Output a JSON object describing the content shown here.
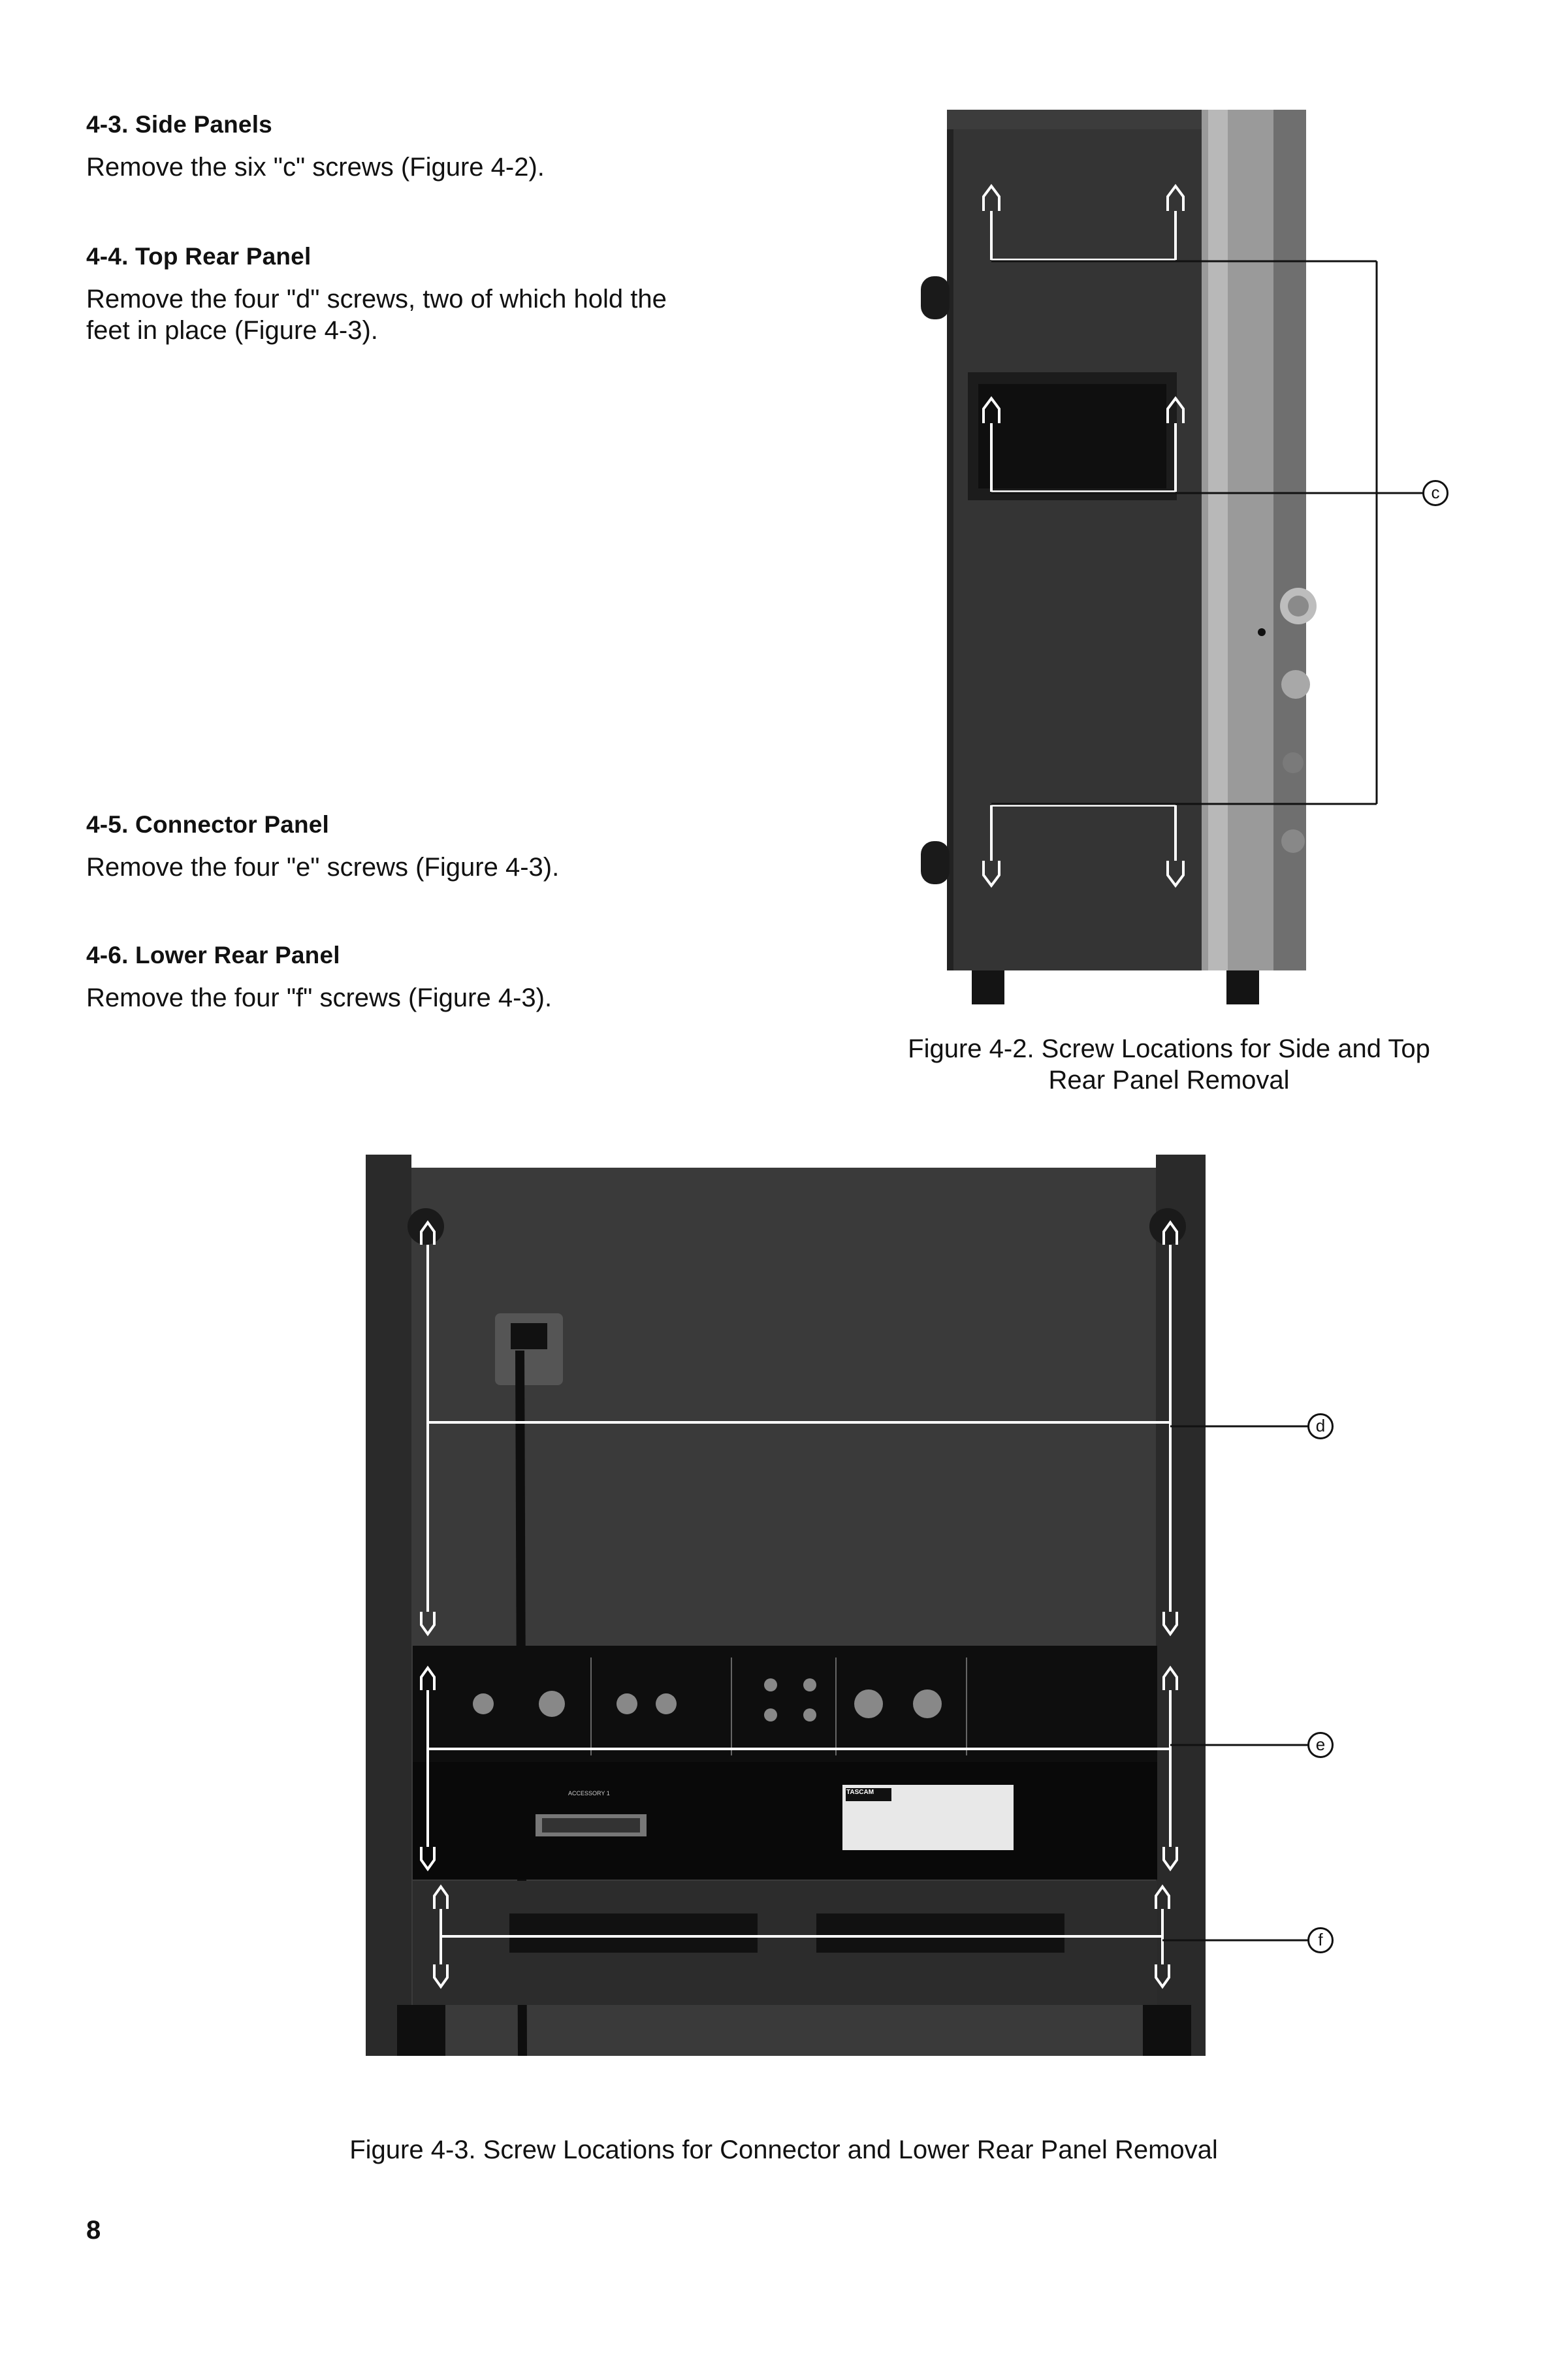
{
  "sections": [
    {
      "heading": "4-3. Side Panels",
      "body": [
        "Remove the six \"c\" screws (Figure 4-2)."
      ]
    },
    {
      "heading": "4-4. Top Rear Panel",
      "body": [
        "Remove the four \"d\" screws, two of which hold the",
        "feet in place (Figure 4-3)."
      ]
    },
    {
      "heading": "4-5. Connector Panel",
      "body": [
        "Remove the four \"e\" screws (Figure 4-3)."
      ]
    },
    {
      "heading": "4-6. Lower Rear Panel",
      "body": [
        "Remove the four \"f\" screws (Figure 4-3)."
      ]
    }
  ],
  "figure_4_2": {
    "caption_line1": "Figure 4-2. Screw Locations for Side and Top",
    "caption_line2": "Rear Panel Removal",
    "callout": "c"
  },
  "figure_4_3": {
    "caption": "Figure 4-3. Screw Locations for Connector and Lower Rear Panel Removal",
    "callouts": [
      "d",
      "e",
      "f"
    ],
    "panel_labels": {
      "accessory": "ACCESSORY 1",
      "brand": "TASCAM"
    }
  },
  "page_number": "8"
}
